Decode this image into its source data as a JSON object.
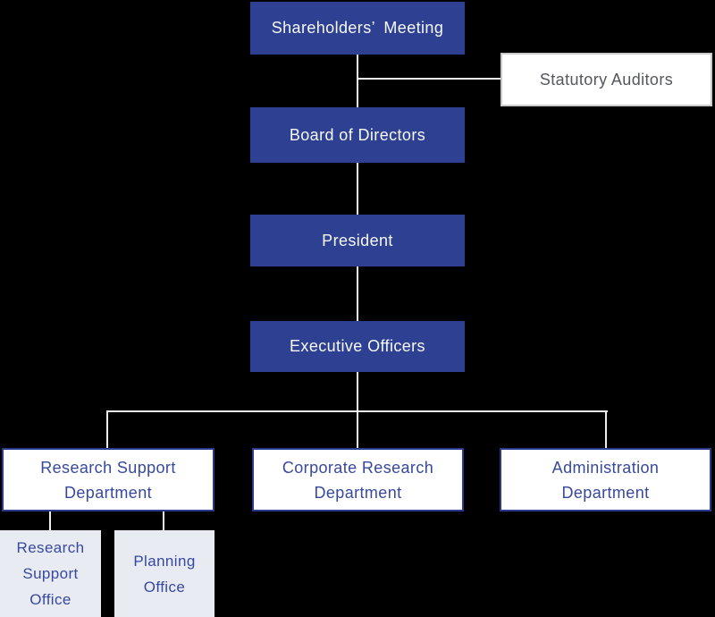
{
  "diagram": {
    "type": "organization-chart",
    "background_color": "#000000",
    "connector_color": "#ededed",
    "colors": {
      "primary_blue": "#2e4092",
      "dept_border_blue": "#2b3a8c",
      "dept_text_blue": "#37499e",
      "office_bg": "#e9ebf3",
      "auditor_border": "#cacaca",
      "auditor_text": "#55575c"
    },
    "nodes": {
      "shareholders_meeting": "Shareholders’ Meeting",
      "statutory_auditors": "Statutory Auditors",
      "board_of_directors": "Board of Directors",
      "president": "President",
      "executive_officers": "Executive Officers",
      "research_support_department": "Research Support Department",
      "corporate_research_department": "Corporate Research Department",
      "administration_department": "Administration Department",
      "research_support_office": "Research Support Office",
      "planning_office": "Planning Office"
    }
  }
}
